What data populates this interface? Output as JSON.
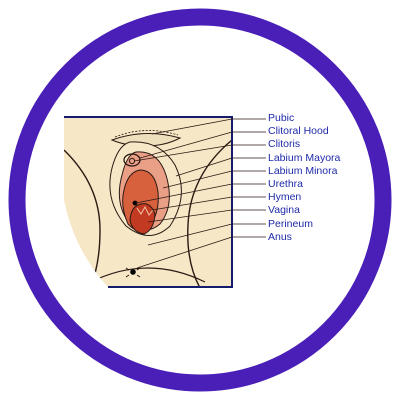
{
  "colors": {
    "ring": "#4a1fb8",
    "label_text": "#1f2aa8",
    "skin": "#f6e7c6",
    "outline": "#2b1a14",
    "frame": "#151c6e",
    "tissue_outer": "#e9a087",
    "tissue_inner": "#d7603d",
    "tissue_deep": "#c23a22"
  },
  "icons": {
    "ring": "purple-circle-frame",
    "diagram": "vulva-anatomy-illustration"
  },
  "labels": [
    {
      "text": "Pubic"
    },
    {
      "text": "Clitoral Hood"
    },
    {
      "text": "Clitoris"
    },
    {
      "text": "Labium Mayora"
    },
    {
      "text": "Labium Minora"
    },
    {
      "text": "Urethra"
    },
    {
      "text": "Hymen"
    },
    {
      "text": "Vagina"
    },
    {
      "text": "Perineum"
    },
    {
      "text": "Anus"
    }
  ]
}
